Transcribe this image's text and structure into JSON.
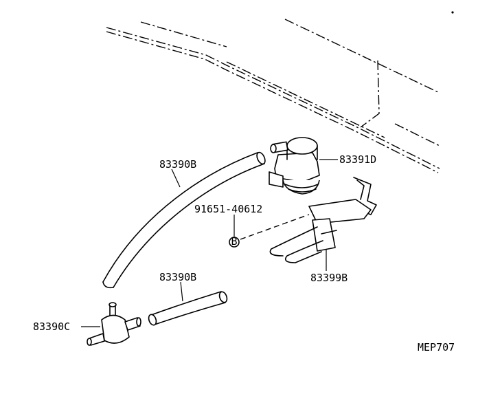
{
  "labels": {
    "hose_upper": "83390B",
    "valve": "83391D",
    "bolt": "91651-40612",
    "bracket": "83399B",
    "hose_lower": "83390B",
    "tee": "83390C",
    "bolt_marker": "B"
  },
  "diagram_code": "MEP707"
}
